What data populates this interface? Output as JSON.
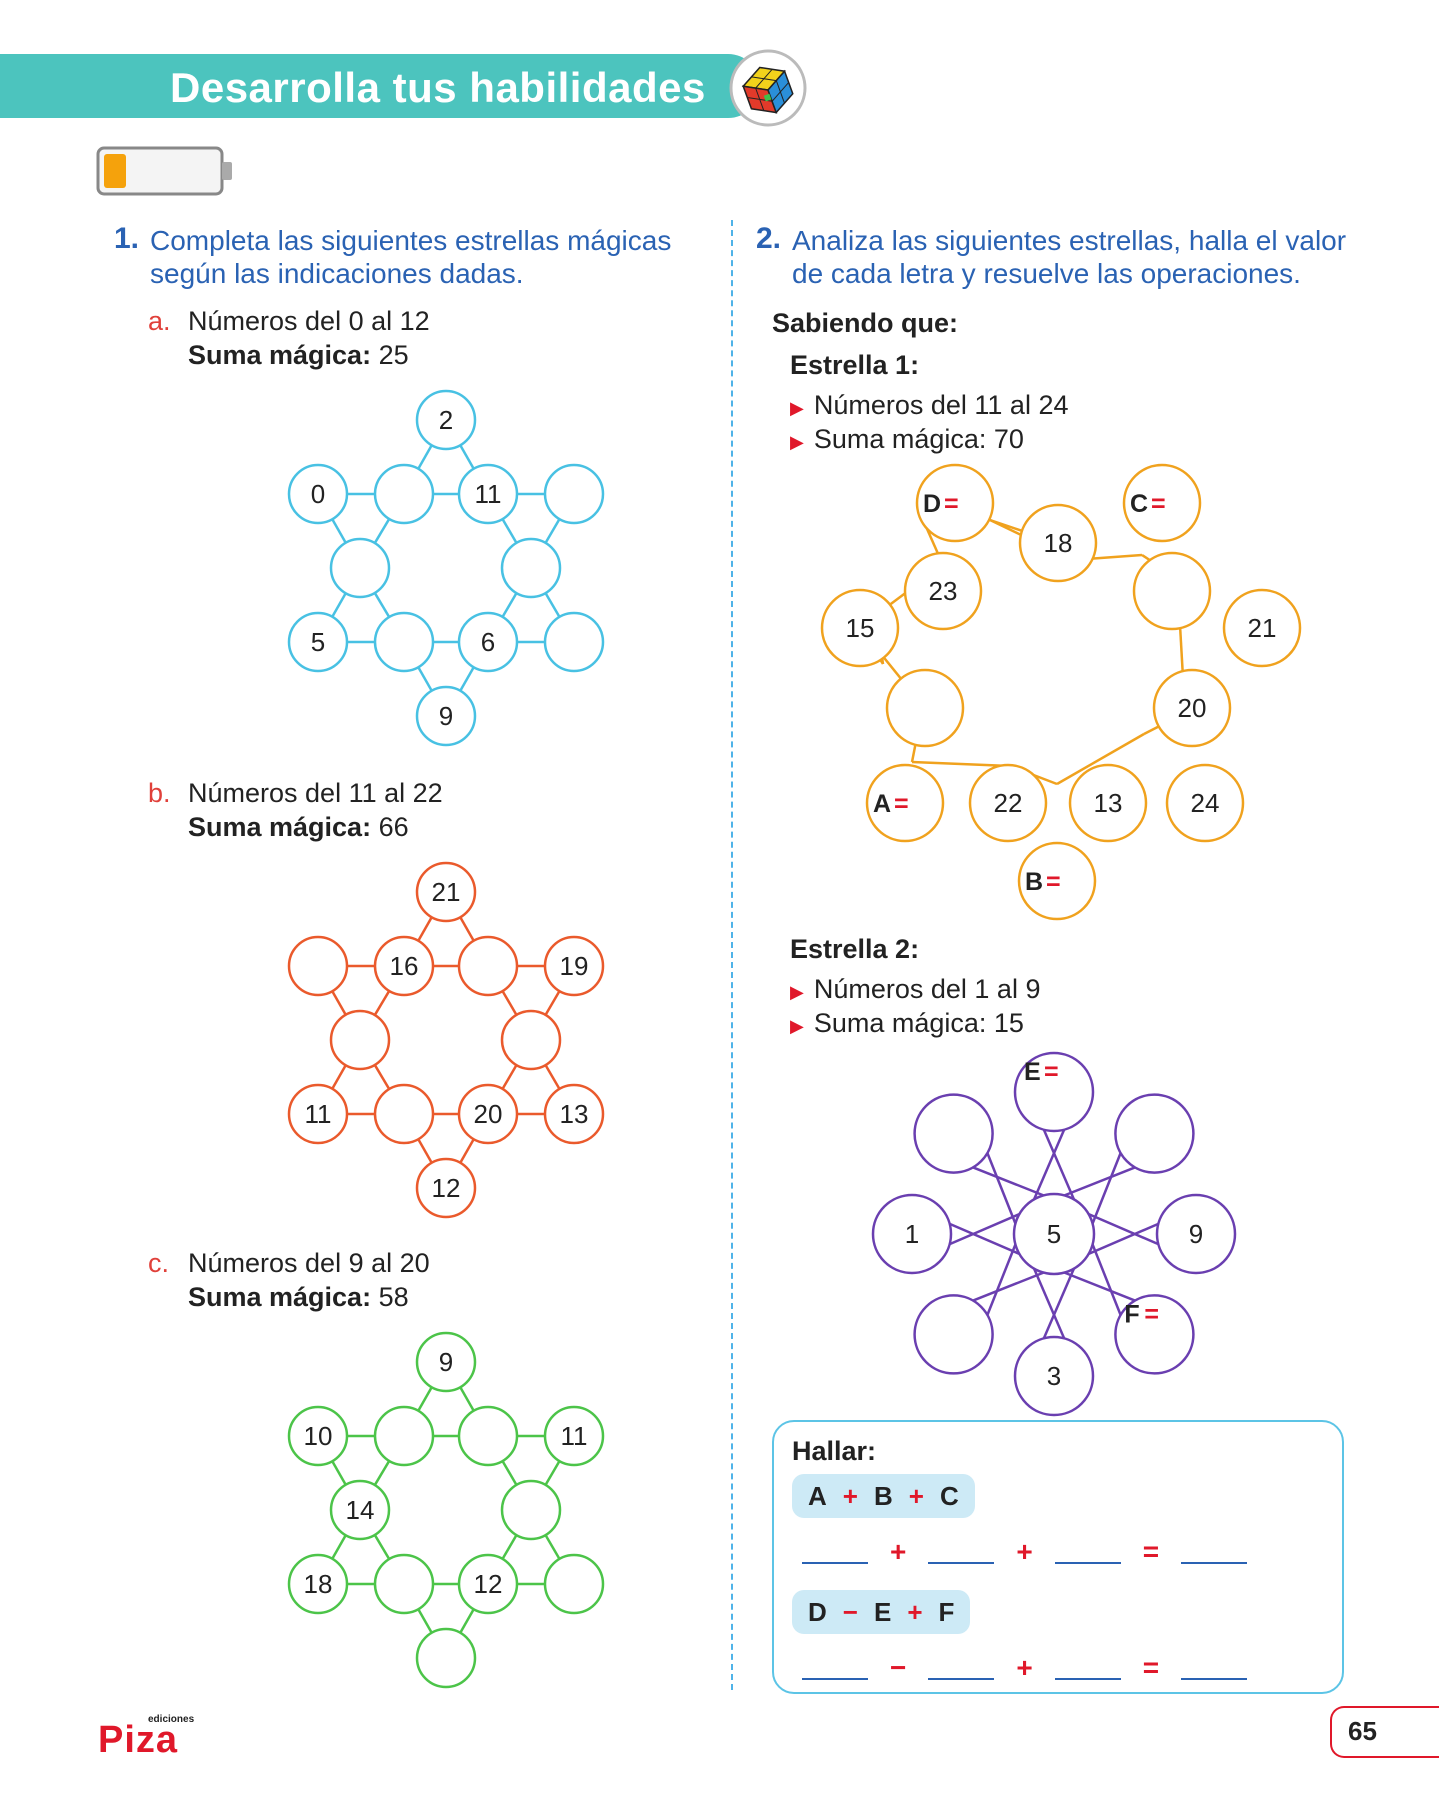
{
  "header": {
    "title": "Desarrolla tus habilidades",
    "icon": "rubiks-cube-icon",
    "color": "#4cc4be"
  },
  "battery": {
    "icon": "battery-icon",
    "level": 0.2
  },
  "q1": {
    "number": "1.",
    "line1": "Completa las siguientes estrellas mágicas",
    "line2": "según las indicaciones dadas.",
    "a": {
      "letter": "a.",
      "range": "Números del 0 al 12",
      "sum_label": "Suma mágica:",
      "sum_value": "25",
      "color": "#48c1e3",
      "nodes": {
        "top": "2",
        "tl": "0",
        "tr": "",
        "bl": "5",
        "br": "",
        "bottom": "9",
        "i_tl": "",
        "i_tr": "11",
        "i_l": "",
        "i_r": "",
        "i_bl": "",
        "i_br": "6"
      }
    },
    "b": {
      "letter": "b.",
      "range": "Números del 11 al 22",
      "sum_label": "Suma mágica:",
      "sum_value": "66",
      "color": "#ea5a2c",
      "nodes": {
        "top": "21",
        "tl": "",
        "tr": "19",
        "bl": "11",
        "br": "13",
        "bottom": "12",
        "i_tl": "16",
        "i_tr": "",
        "i_l": "",
        "i_r": "",
        "i_bl": "",
        "i_br": "20"
      }
    },
    "c": {
      "letter": "c.",
      "range": "Números del 9 al 20",
      "sum_label": "Suma mágica:",
      "sum_value": "58",
      "color": "#4cc449",
      "nodes": {
        "top": "9",
        "tl": "10",
        "tr": "11",
        "bl": "18",
        "br": "",
        "bottom": "",
        "i_tl": "",
        "i_tr": "",
        "i_l": "14",
        "i_r": "",
        "i_bl": "",
        "i_br": "12"
      }
    }
  },
  "q2": {
    "number": "2.",
    "line1": "Analiza las siguientes estrellas, halla el valor",
    "line2": "de cada letra y resuelve las operaciones.",
    "known": "Sabiendo que:",
    "star1": {
      "title": "Estrella 1:",
      "b1": "Números del 11 al 24",
      "b2": "Suma mágica: 70",
      "color": "#f0a21e",
      "labels": {
        "D": "D",
        "C": "C",
        "A": "A",
        "B": "B",
        "eq": "="
      },
      "values": {
        "n18": "18",
        "n23": "23",
        "n15": "15",
        "n21": "21",
        "n20": "20",
        "n22": "22",
        "n13": "13",
        "n24": "24"
      }
    },
    "star2": {
      "title": "Estrella 2:",
      "b1": "Números del 1 al 9",
      "b2": "Suma mágica: 15",
      "color": "#6a3fb0",
      "labels": {
        "E": "E",
        "F": "F",
        "eq": "="
      },
      "values": {
        "center": "5",
        "left": "1",
        "right": "9",
        "bottom": "3"
      }
    },
    "hallar": {
      "title": "Hallar:",
      "expr1": {
        "a": "A",
        "op1": "+",
        "b": "B",
        "op2": "+",
        "c": "C"
      },
      "row1": {
        "op1": "+",
        "op2": "+",
        "eq": "="
      },
      "expr2": {
        "a": "D",
        "op1": "−",
        "b": "E",
        "op2": "+",
        "c": "F"
      },
      "row2": {
        "op1": "−",
        "op2": "+",
        "eq": "="
      }
    }
  },
  "footer": {
    "brand_small": "ediciones",
    "brand": "Piza",
    "page": "65"
  }
}
